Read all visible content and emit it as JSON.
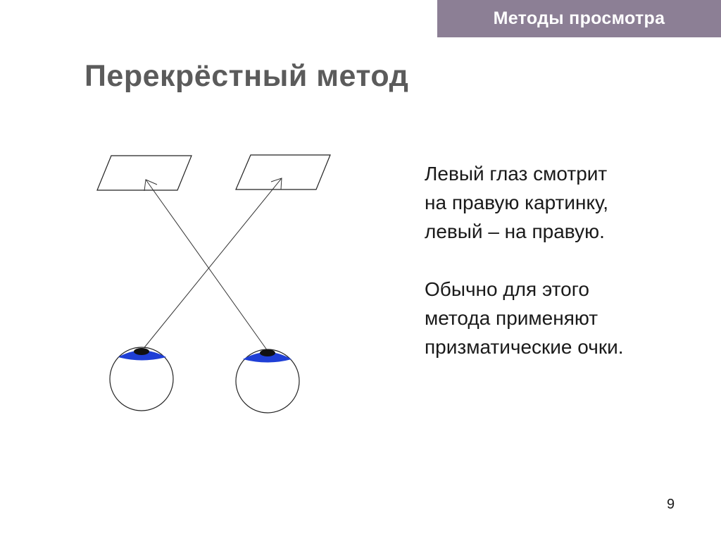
{
  "header": {
    "section": "Методы просмотра"
  },
  "title": "Перекрёстный метод",
  "body": {
    "paragraph_1": [
      "Левый глаз смотрит",
      "на правую картинку,",
      "левый – на правую."
    ],
    "paragraph_2": [
      "Обычно для этого",
      "метода применяют",
      "призматические очки."
    ]
  },
  "page_number": "9",
  "colors": {
    "section_tab_bg": "#8c7f95",
    "title_text": "#5b5b5b",
    "iris_blue": "#1f3fd6",
    "pupil": "#111111"
  }
}
